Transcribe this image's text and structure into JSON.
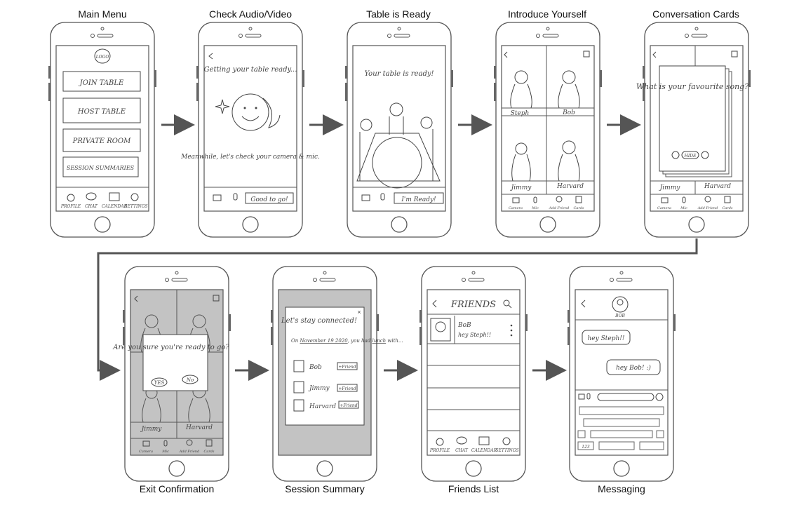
{
  "captions": [
    "Main Menu",
    "Check Audio/Video",
    "Table is Ready",
    "Introduce Yourself",
    "Conversation Cards",
    "Exit Confirmation",
    "Session Summary",
    "Friends List",
    "Messaging"
  ],
  "main_menu": {
    "logo": "LOGO",
    "buttons": [
      "JOIN TABLE",
      "HOST TABLE",
      "PRIVATE ROOM",
      "SESSION SUMMARIES"
    ],
    "tabs": [
      "PROFILE",
      "CHAT",
      "CALENDAR",
      "SETTINGS"
    ]
  },
  "check_av": {
    "title": "Getting your table ready...",
    "message": "Meanwhile, let's check your camera & mic.",
    "button": "Good to go!"
  },
  "table_ready": {
    "title": "Your table is ready!",
    "button": "I'm Ready!"
  },
  "video_call": {
    "participants": [
      "Steph",
      "Bob",
      "Jimmy",
      "Harvard"
    ],
    "controls": [
      "Camera",
      "Mic",
      "Add Friend",
      "Cards"
    ]
  },
  "card": {
    "question": "What is your favourite song?",
    "hide": "HIDE"
  },
  "exit": {
    "question": "Are you sure you're ready to go?",
    "yes": "YES",
    "no": "No"
  },
  "summary": {
    "title": "Let's stay connected!",
    "intro_prefix": "On ",
    "date": "November 19 2020",
    "intro_mid": ", you had ",
    "meal": "lunch",
    "intro_suffix": " with...",
    "people": [
      "Bob",
      "Jimmy",
      "Harvard"
    ],
    "add": "+Friend",
    "close": "×"
  },
  "friends": {
    "title": "FRIENDS",
    "entry_name": "BoB",
    "entry_msg": "hey Steph!!",
    "tabs": [
      "PROFILE",
      "CHAT",
      "CALENDAR",
      "SETTINGS"
    ]
  },
  "messaging": {
    "name": "BOB",
    "incoming": "hey Steph!!",
    "outgoing": "hey Bob! :)",
    "keys_row4": [
      "123"
    ]
  }
}
